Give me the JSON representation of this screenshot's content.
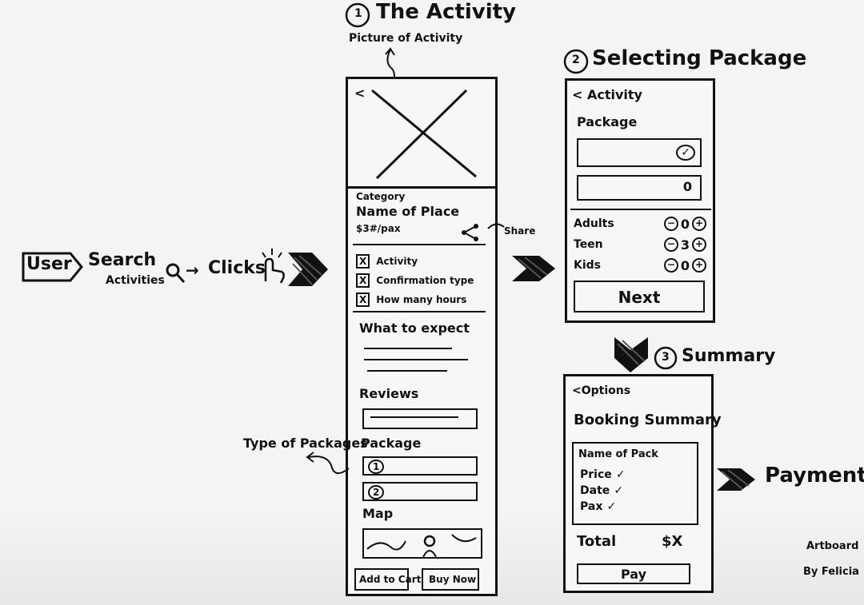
{
  "flow": {
    "user_label": "User",
    "search_label": "Search",
    "activities_label": "Activities",
    "arrow_label": "→",
    "clicks_label": "Clicks"
  },
  "screen1": {
    "step_number": "1",
    "title": "The Activity",
    "picture_note": "Picture of Activity",
    "back_chevron": "<",
    "category": "Category",
    "place_name": "Name of Place",
    "price": "$3#/pax",
    "share_note": "Share",
    "features": [
      {
        "mark": "X",
        "label": "Activity"
      },
      {
        "mark": "X",
        "label": "Confirmation type"
      },
      {
        "mark": "X",
        "label": "How many hours"
      }
    ],
    "what_to_expect": "What to expect",
    "reviews": "Reviews",
    "package": "Package",
    "package_items": [
      "1",
      "2"
    ],
    "type_note": "Type of Packages",
    "map": "Map",
    "add_to_cart": "Add to Cart",
    "buy_now": "Buy Now"
  },
  "screen2": {
    "step_number": "2",
    "title": "Selecting Package",
    "back": "< Activity",
    "package": "Package",
    "options": [
      "✓",
      "0"
    ],
    "counters": [
      {
        "label": "Adults",
        "minus": "−",
        "value": "0",
        "plus": "+"
      },
      {
        "label": "Teen",
        "minus": "−",
        "value": "3",
        "plus": "+"
      },
      {
        "label": "Kids",
        "minus": "−",
        "value": "0",
        "plus": "+"
      }
    ],
    "next": "Next"
  },
  "screen3": {
    "step_number": "3",
    "title": "Summary",
    "back": "<Options",
    "heading": "Booking Summary",
    "pack_name": "Name of Pack",
    "rows": [
      {
        "label": "Price",
        "check": "✓"
      },
      {
        "label": "Date",
        "check": "✓"
      },
      {
        "label": "Pax",
        "check": "✓"
      }
    ],
    "total_label": "Total",
    "total_value": "$X",
    "pay": "Pay"
  },
  "payment_label": "Payment!",
  "credit": {
    "line1": "Artboard",
    "line2": "By Felicia"
  }
}
